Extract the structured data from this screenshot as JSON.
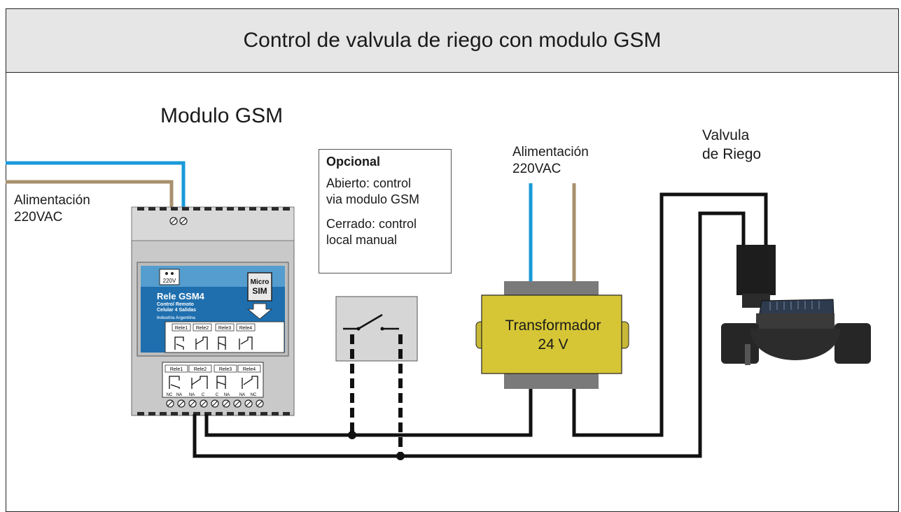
{
  "title": "Control de valvula de riego con modulo GSM",
  "module_label": "Modulo GSM",
  "left_power_label": "Alimentación\n220VAC",
  "right_power_label": "Alimentación\n220VAC",
  "valve_label": "Valvula\nde Riego",
  "optional_box": {
    "heading": "Opcional",
    "open_text": "Abierto: control\nvia modulo GSM",
    "closed_text": "Cerrado: control\nlocal manual"
  },
  "transformer_label": "Transformador\n24 V",
  "module_panel": {
    "voltage_badge": "220V",
    "product_name": "Rele GSM4",
    "subtitle_line1": "Control Remoto",
    "subtitle_line2": "Celular 4 Salidas",
    "origin": "Industria Argentina",
    "sim_line1": "Micro",
    "sim_line2": "SIM",
    "relays": [
      "Rele1",
      "Rele2",
      "Rele3",
      "Rele4"
    ],
    "contacts": [
      "NC",
      "NA",
      "NA",
      "C",
      "C",
      "NA",
      "NA",
      "NC"
    ]
  },
  "colors": {
    "blue_wire": "#1a9ad9",
    "brown_wire": "#a8906e",
    "transformer": "#d6c636",
    "panel_blue": "#1f6fae"
  }
}
